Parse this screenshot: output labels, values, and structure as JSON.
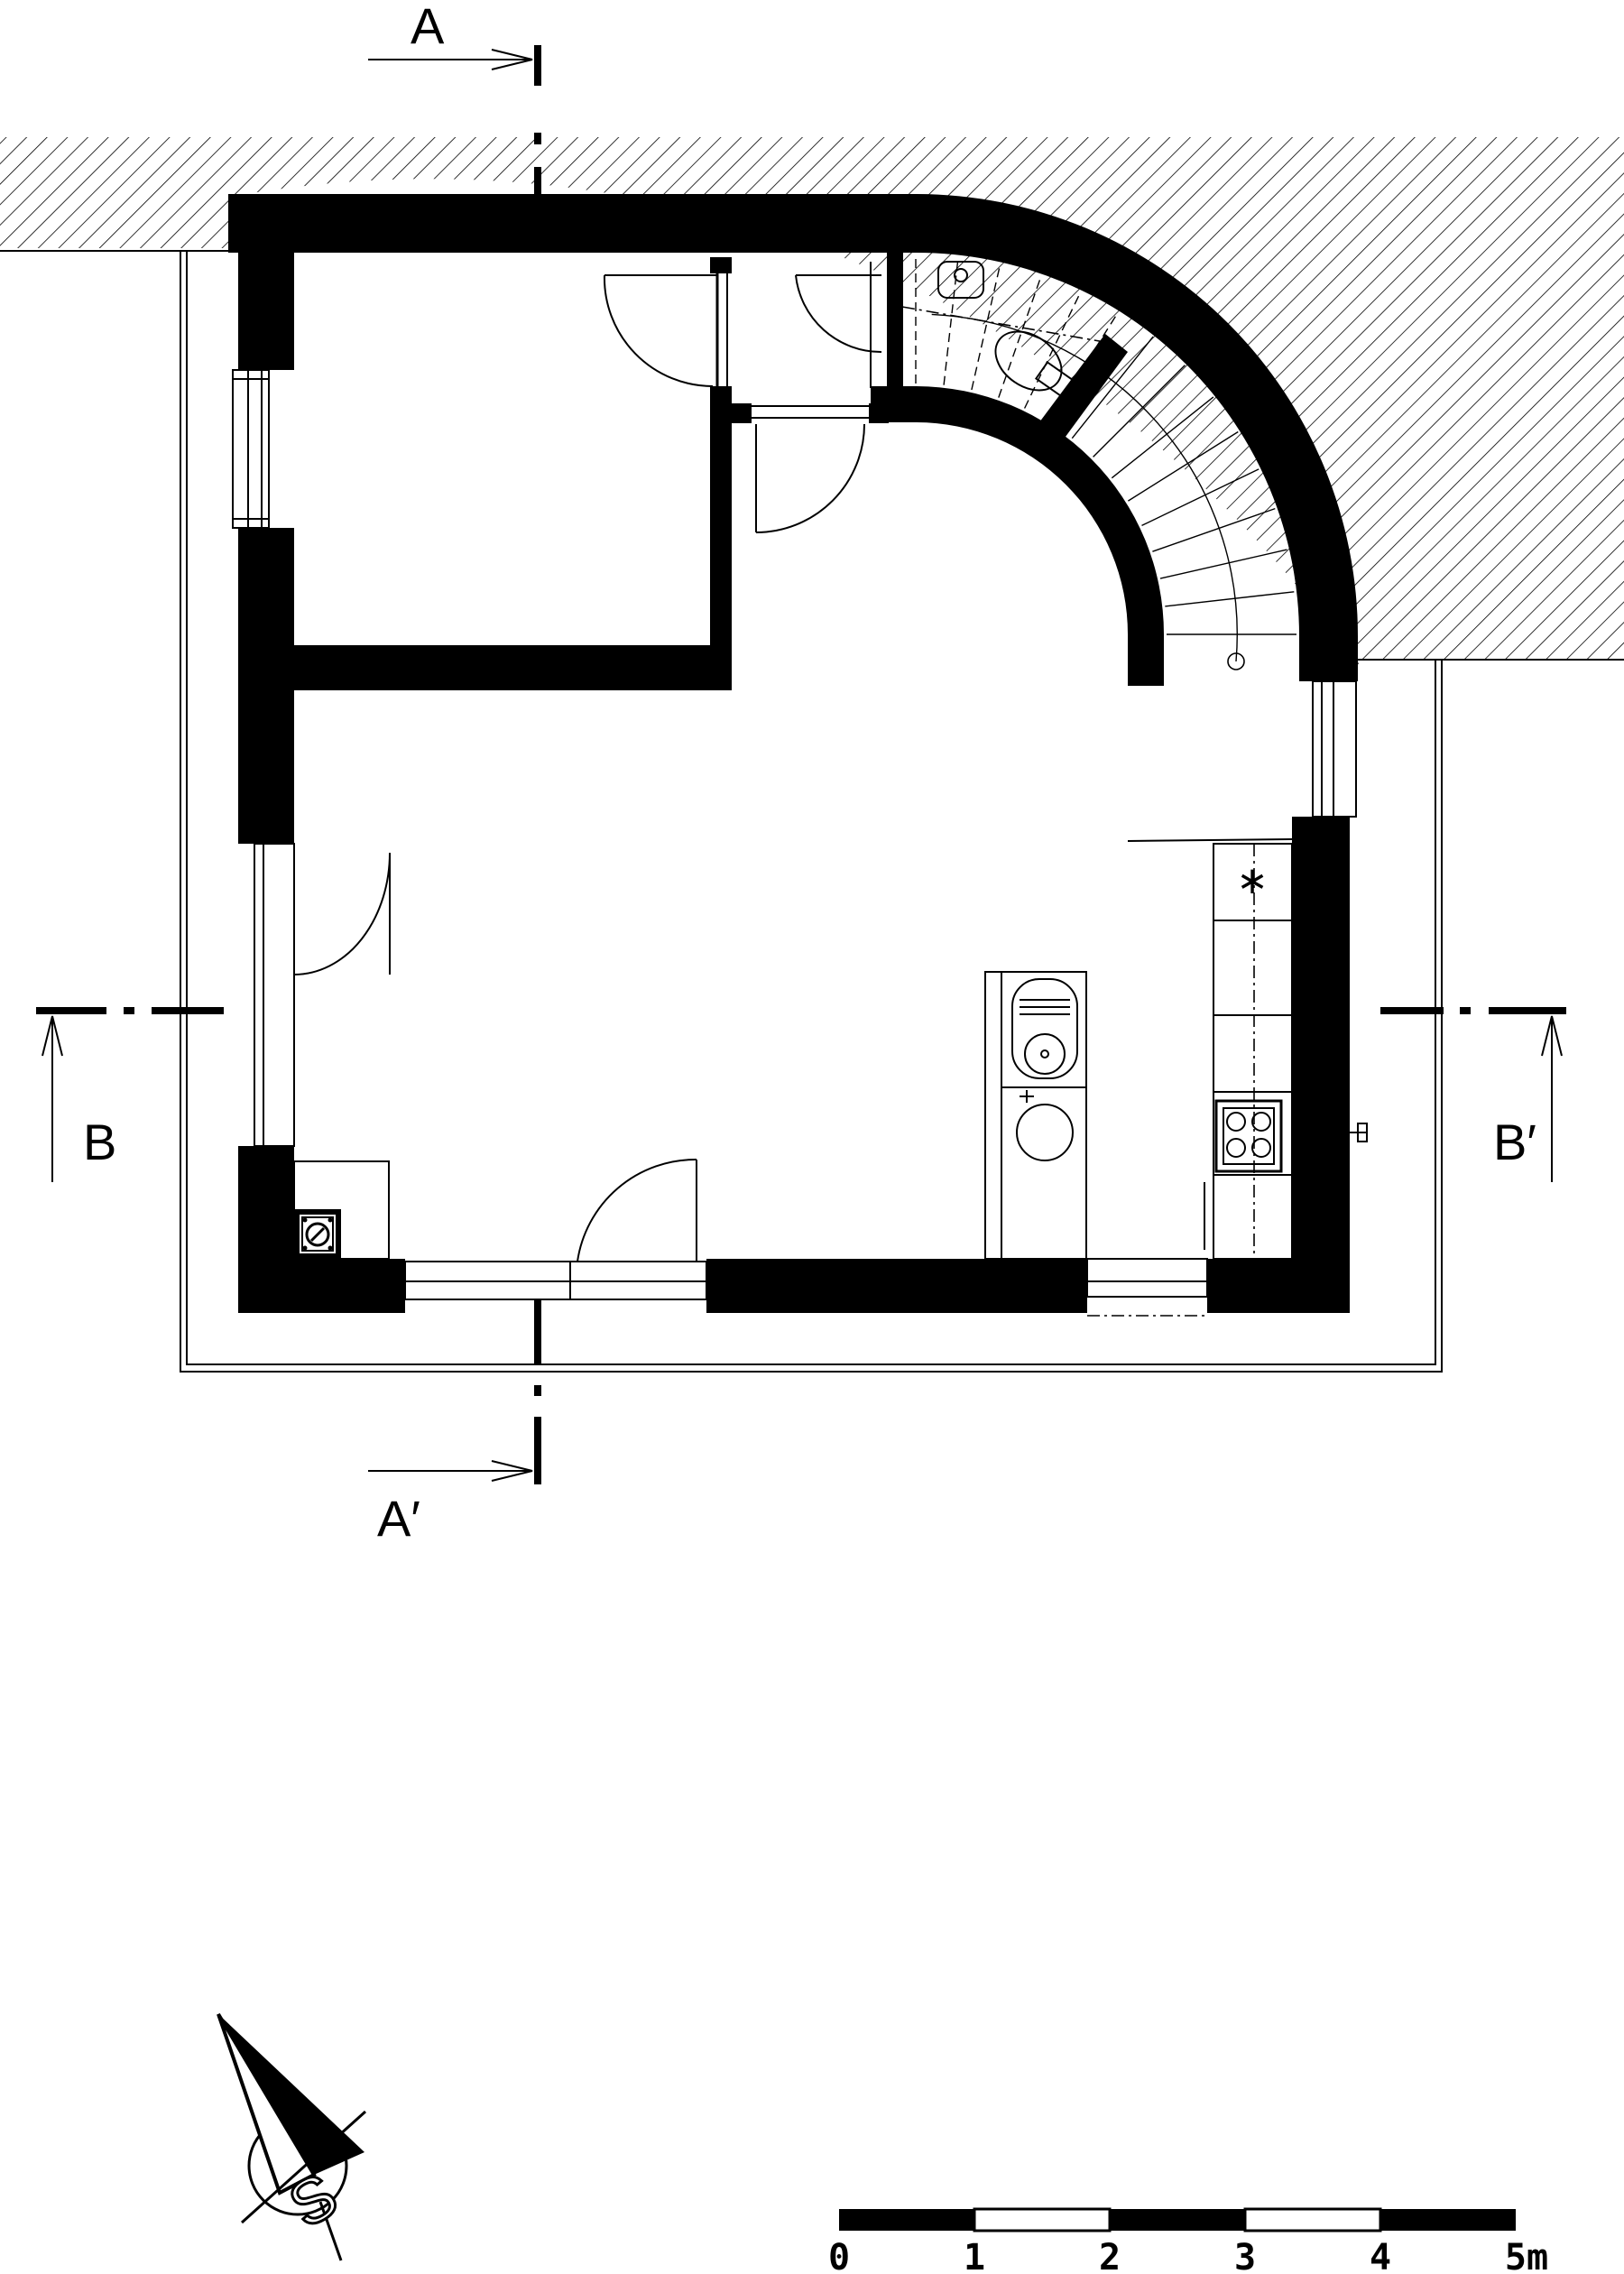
{
  "section_marks": {
    "a_top": "A",
    "a_bottom": "A′",
    "b_left": "B",
    "b_right": "B′"
  },
  "compass": {
    "letter": "S",
    "icon": "north-arrow-icon"
  },
  "scale_bar": {
    "ticks": [
      "0",
      "1",
      "2",
      "3",
      "4",
      "5m"
    ]
  },
  "symbols": {
    "ceiling_light": "∗"
  }
}
